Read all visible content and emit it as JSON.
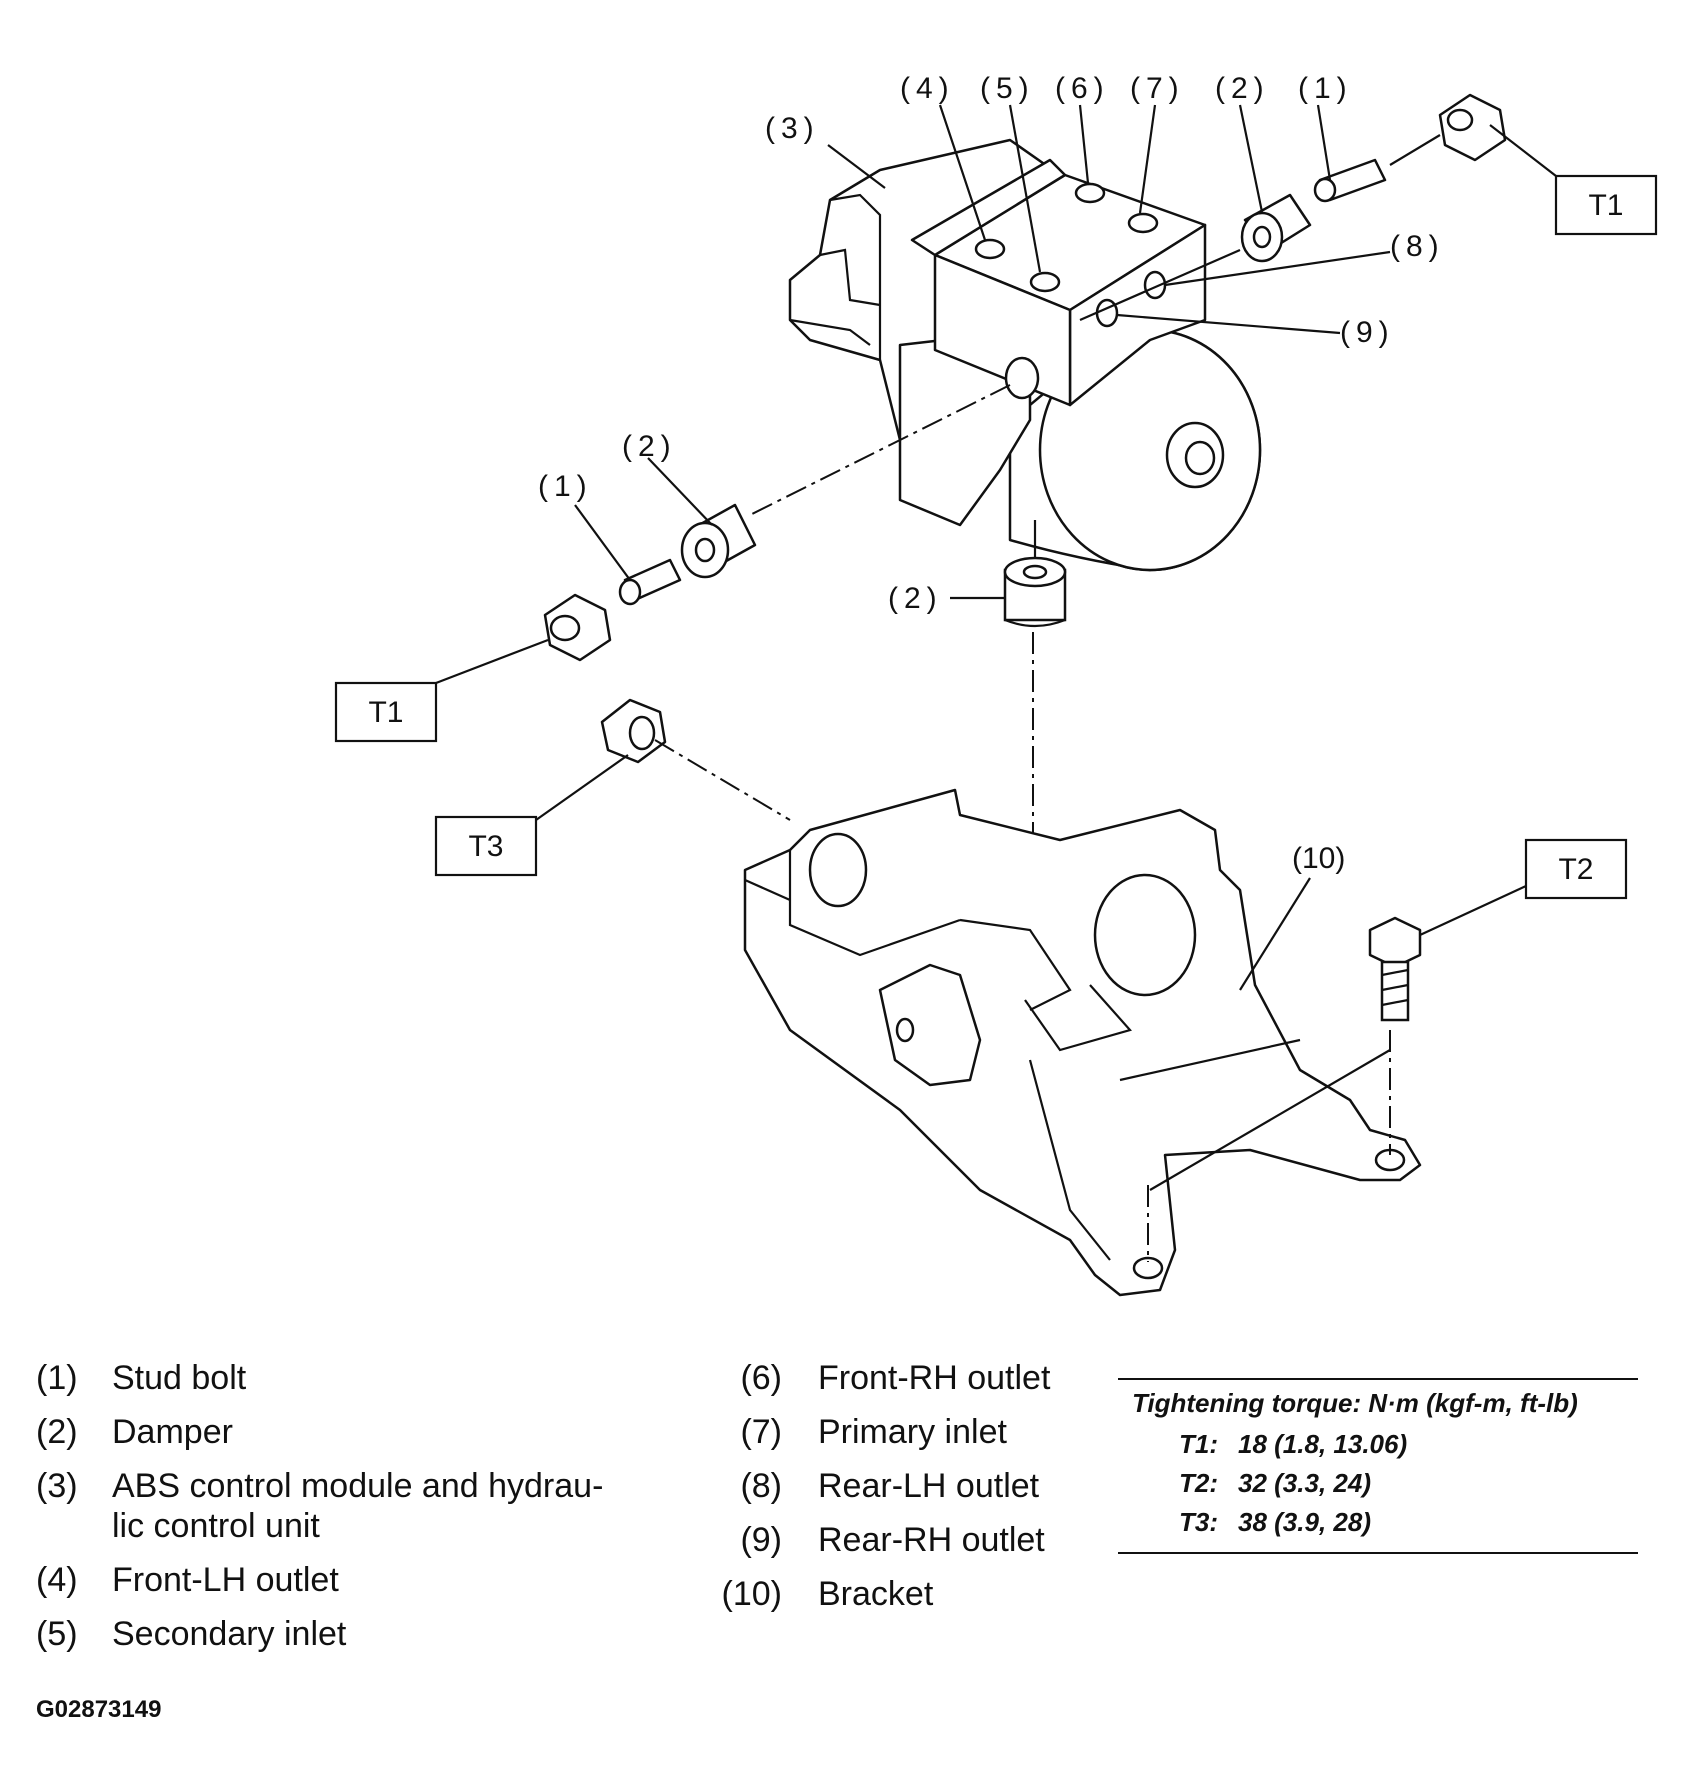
{
  "diagram": {
    "callouts": {
      "c4": "(4)",
      "c5": "(5)",
      "c6": "(6)",
      "c7": "(7)",
      "c2_top": "(2)",
      "c1_top": "(1)",
      "c3": "(3)",
      "c8": "(8)",
      "c9": "(9)",
      "c2_left": "(2)",
      "c1_left": "(1)",
      "c2_mid": "(2)",
      "c10": "(10)"
    },
    "torque_tags": {
      "t1_top": "T1",
      "t1_left": "T1",
      "t3": "T3",
      "t2": "T2"
    }
  },
  "legend": {
    "column1": [
      {
        "num": "(1)",
        "text": "Stud bolt"
      },
      {
        "num": "(2)",
        "text": "Damper"
      },
      {
        "num": "(3)",
        "text": "ABS control module and hydrau-­lic control unit",
        "line1": "ABS control module and hydrau-",
        "line2": "lic control unit"
      },
      {
        "num": "(4)",
        "text": "Front-LH outlet"
      },
      {
        "num": "(5)",
        "text": "Secondary inlet"
      }
    ],
    "column2": [
      {
        "num": "(6)",
        "text": "Front-RH outlet"
      },
      {
        "num": "(7)",
        "text": "Primary inlet"
      },
      {
        "num": "(8)",
        "text": "Rear-LH outlet"
      },
      {
        "num": "(9)",
        "text": "Rear-RH outlet"
      },
      {
        "num": "(10)",
        "text": "Bracket"
      }
    ]
  },
  "torque_table": {
    "heading": "Tightening torque: N·m (kgf-m, ft-lb)",
    "rows": [
      {
        "key": "T1:",
        "value": "18 (1.8, 13.06)"
      },
      {
        "key": "T2:",
        "value": "32 (3.3, 24)"
      },
      {
        "key": "T3:",
        "value": "38 (3.9, 28)"
      }
    ]
  },
  "figure_id": "G02873149"
}
